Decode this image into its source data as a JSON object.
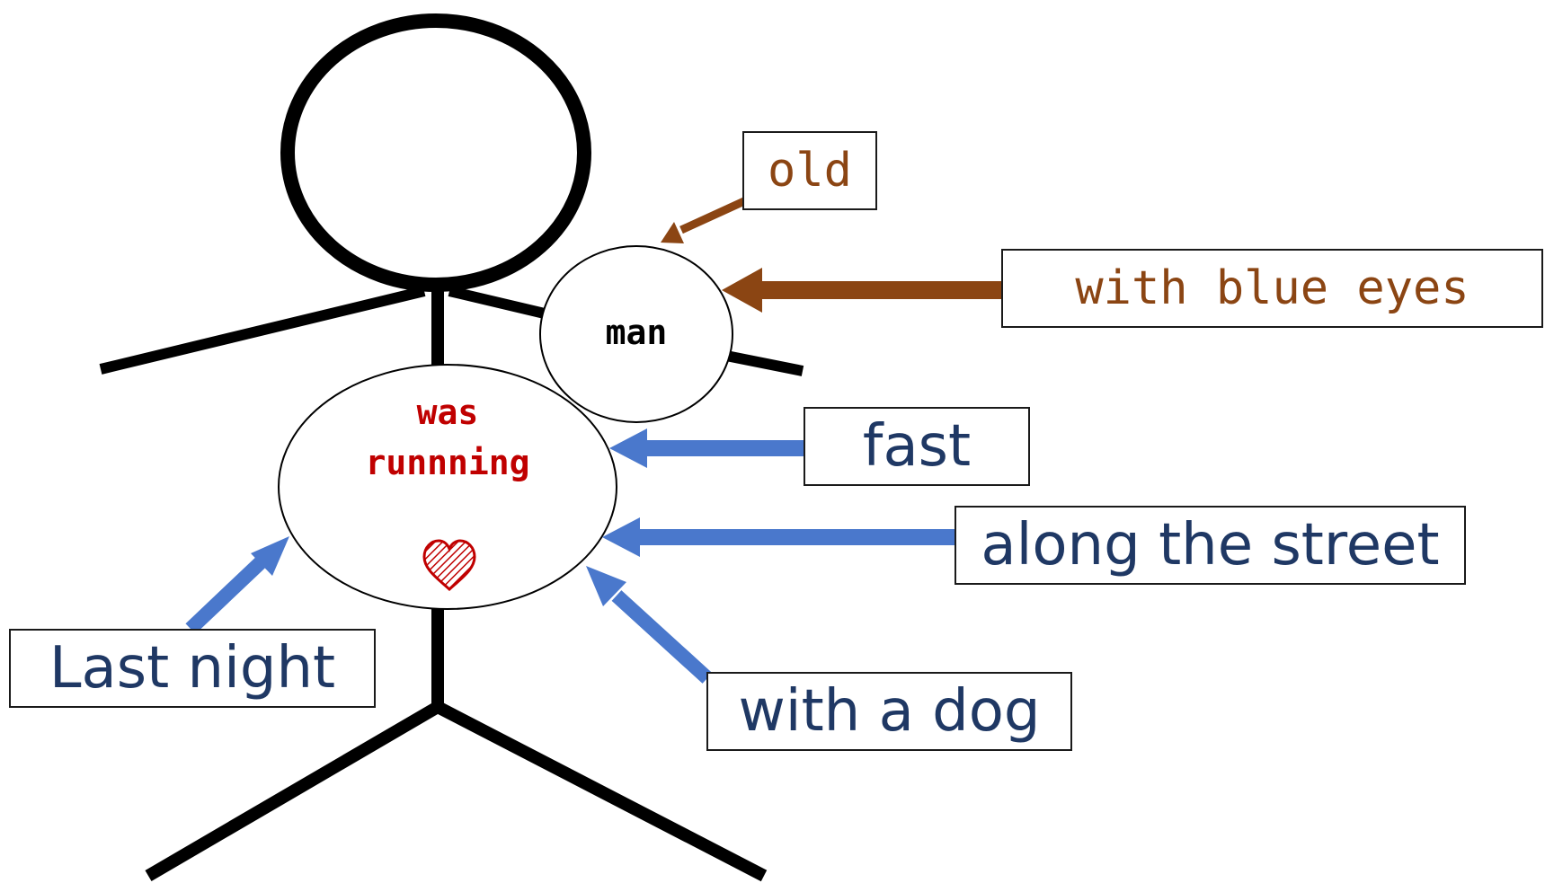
{
  "center": {
    "noun": "man",
    "verb_line1": "was",
    "verb_line2": "runnning"
  },
  "adjective_labels": [
    {
      "text": "old"
    },
    {
      "text": "with blue eyes"
    }
  ],
  "adverb_labels": [
    {
      "text": "fast"
    },
    {
      "text": "along the street"
    },
    {
      "text": "with a dog"
    },
    {
      "text": "Last night"
    }
  ],
  "colors": {
    "stick_figure": "#000000",
    "adjective_arrow": "#8B4513",
    "adjective_text": "#8B4513",
    "adverb_arrow": "#4a78cc",
    "adverb_text": "#1f3864",
    "verb_text": "#c00000",
    "heart": "#c00000"
  },
  "icons": {
    "verb_decoration": "heart-icon"
  }
}
